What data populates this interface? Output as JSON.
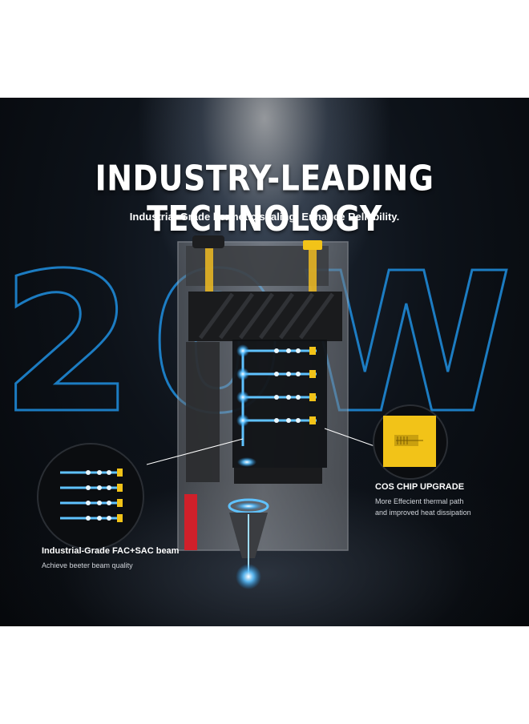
{
  "headline": "INDUSTRY-LEADING TECHNOLOGY",
  "subheadline": "Industrial-Grade hermetic sealing: Enhance Reliability.",
  "power_label": "20W",
  "callouts": {
    "cos_chip": {
      "title": "COS CHIP UPGRADE",
      "line1": "More Effecient thermal path",
      "line2": "and improved heat dissipation"
    },
    "beam": {
      "title": "Industrial-Grade FAC+SAC beam",
      "line1": "Achieve beeter beam quality"
    }
  },
  "colors": {
    "background": "#070a0f",
    "outline_blue": "#1f8fe0",
    "laser_glow": "#5fc2ff",
    "chip_gold": "#f2c318",
    "body_gray": "#8c8f94"
  }
}
